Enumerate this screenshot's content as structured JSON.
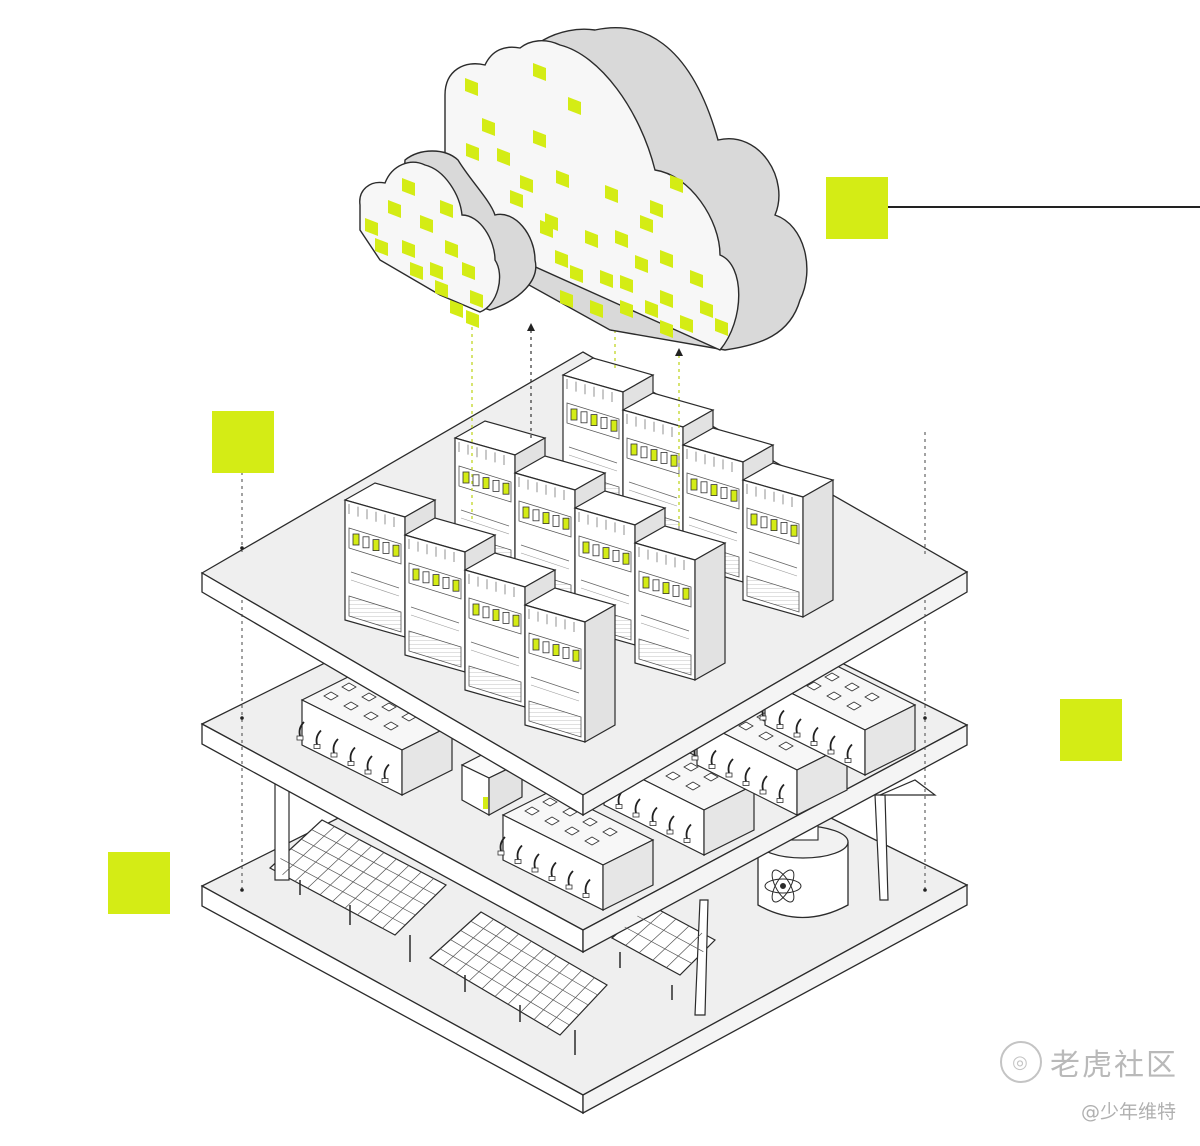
{
  "colors": {
    "accent": "#d4ec15",
    "outline": "#2b2b2b",
    "platform_top": "#ededed",
    "platform_side": "#ffffff",
    "cloud_face": "#f7f7f7",
    "cloud_side": "#d8d8d8",
    "server_front": "#ffffff",
    "server_side": "#e2e2e2",
    "server_top": "#ffffff"
  },
  "icons": {
    "reactor": "atom-icon",
    "watermark_logo": "tiger-community-logo"
  },
  "watermark": {
    "brand": "老虎社区",
    "handle": "@少年维特"
  }
}
